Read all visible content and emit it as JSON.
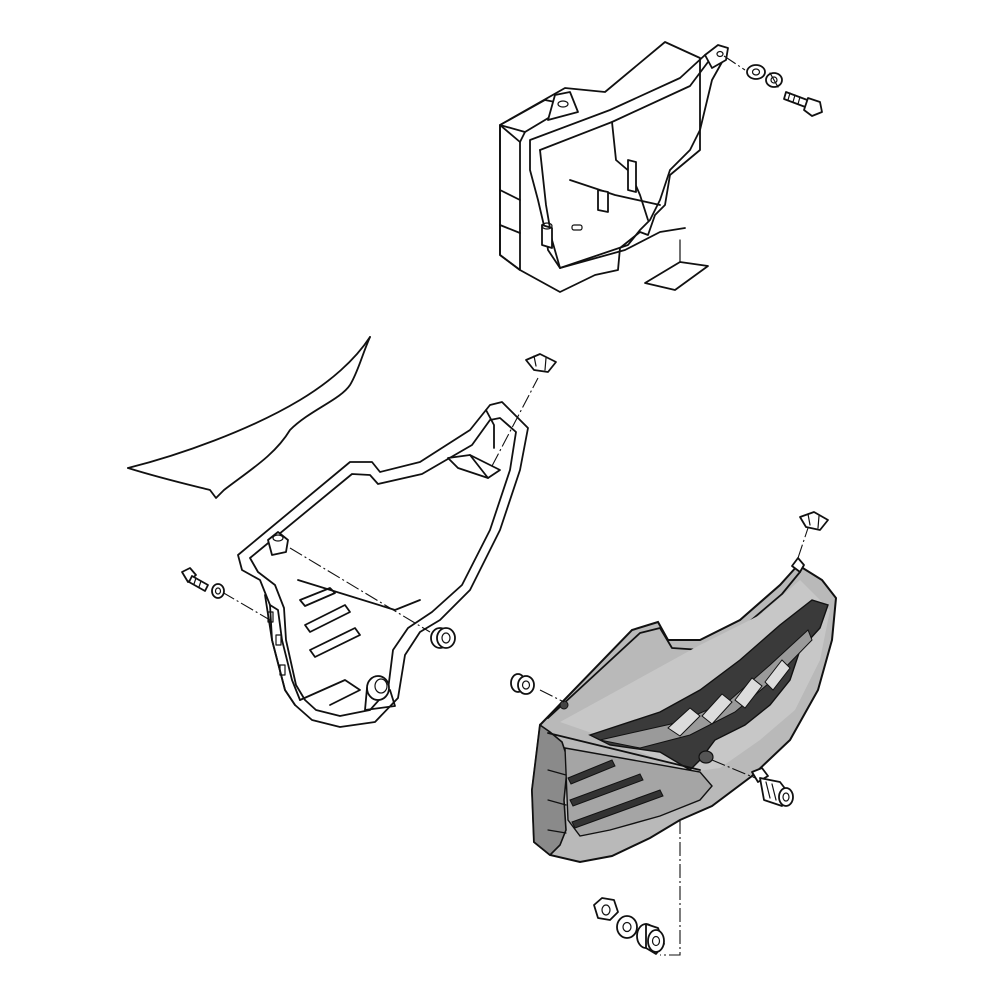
{
  "diagram": {
    "parts": [
      {
        "id": "battery-box",
        "icon": "battery-box-bracket"
      },
      {
        "id": "side-cover-left",
        "icon": "side-cover-unpainted"
      },
      {
        "id": "side-cover-right",
        "icon": "side-cover-painted"
      },
      {
        "id": "seat-edge",
        "icon": "seat-outline"
      }
    ],
    "fasteners": [
      "washer",
      "lock-washer",
      "bolt",
      "clip",
      "grommet",
      "screw",
      "nut",
      "collar",
      "bolt-damper"
    ],
    "colors": {
      "line": "#111111",
      "background": "#ffffff",
      "cover_fill": "#b9b9b9",
      "cover_dark": "#3a3a3a",
      "graphic_light": "#dcdcdc"
    }
  }
}
